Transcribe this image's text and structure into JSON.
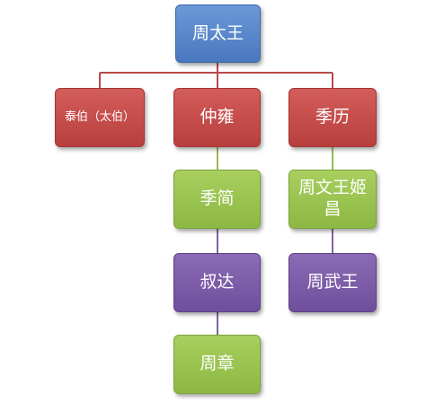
{
  "colors": {
    "blue": "#4f81bd",
    "red": "#c0504d",
    "green": "#9bbb59",
    "purple": "#8064a2",
    "line_red": "#b84a48",
    "line_green": "#9bbb59",
    "line_purple": "#8064a2"
  },
  "nodes": {
    "root": {
      "label": "周太王"
    },
    "taibo": {
      "label": "泰伯（太伯）"
    },
    "zhongyong": {
      "label": "仲雍"
    },
    "jili": {
      "label": "季历"
    },
    "jijian": {
      "label": "季简"
    },
    "shuda": {
      "label": "叔达"
    },
    "zhouzhang": {
      "label": "周章"
    },
    "wenwang": {
      "label_line1": "周文王姬",
      "label_line2": "昌"
    },
    "wuwang": {
      "label": "周武王"
    }
  }
}
